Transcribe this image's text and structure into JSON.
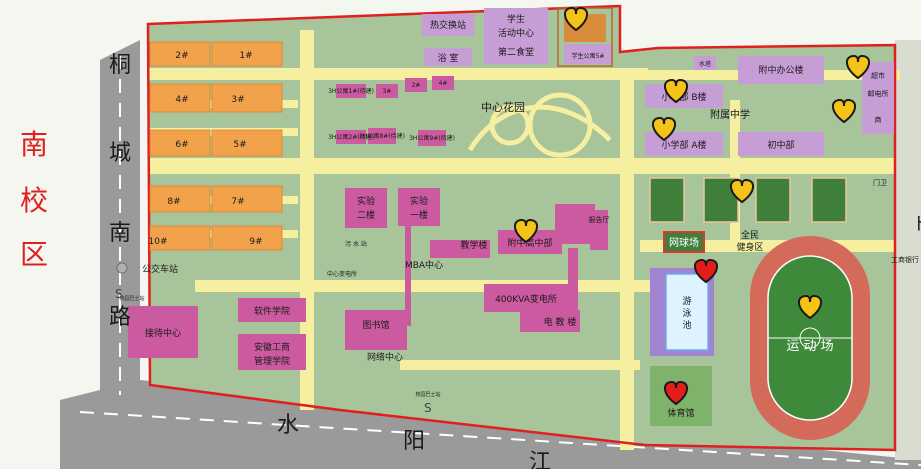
{
  "campus_label": [
    "南",
    "校",
    "区"
  ],
  "roads": {
    "west": [
      "桐",
      "城",
      "南",
      "路"
    ],
    "south": [
      "水",
      "阳",
      "江"
    ]
  },
  "colors": {
    "campus_green": "#a8c49a",
    "lawn_green": "#7fb26a",
    "path_yellow": "#f6efa0",
    "residence_orange": "#f2a24a",
    "academic_magenta": "#cc5aa0",
    "lilac": "#c79dd6",
    "boundary_red": "#e02020",
    "road_gray": "#9a9a9a",
    "heart_gold": "#f5c218",
    "heart_red": "#e51c1c"
  },
  "residences": [
    "2#",
    "1#",
    "4#",
    "3#",
    "6#",
    "5#",
    "8#",
    "7#",
    "10#",
    "9#"
  ],
  "dorms": {
    "d1": "3H公寓1#(待建)",
    "d2": "3H公寓2#(待建)",
    "d3": "3H公寓3#(待建)",
    "d4": "3#",
    "d5": "2#",
    "d6": "4#",
    "d7": "3H公寓8#(待建)",
    "d8": "3H公寓9#(待建)"
  },
  "buildings": {
    "heat_station": "热交换站",
    "bath": "浴 室",
    "student_center_1": "学生",
    "student_center_2": "活动中心",
    "canteen2": "第二食堂",
    "student_apt5": "学生公寓5#",
    "water_tower": "水塔",
    "central_garden": "中心花园",
    "primary_b": "小学部 B楼",
    "primary_a": "小学部 A楼",
    "affiliated_middle": "附属中学",
    "affil_office": "附中办公楼",
    "junior_high": "初中部",
    "lab2_1": "实验",
    "lab2_2": "二楼",
    "lab1_1": "实验",
    "lab1_2": "一楼",
    "report_hall": "报告厅",
    "teaching": "教学楼",
    "affil_high": "附中高中部",
    "mba": "MBA中心",
    "substation": "400KVA变电所",
    "ed_building": "电 教 楼",
    "sewage": "污 水 站",
    "center_power": "中心变电所",
    "software": "软件学院",
    "anhui_1": "安徽工商",
    "anhui_2": "管理学院",
    "library": "图书馆",
    "network": "网络中心",
    "reception": "接待中心",
    "bus_station": "公交车站",
    "bus_stop_s": "S",
    "bus_note_w": "校园巴士站",
    "bus_note_s": "校园巴士站",
    "tennis": "网球场",
    "fitness_1": "全民",
    "fitness_2": "健身区",
    "pool_1": "游",
    "pool_2": "泳",
    "pool_3": "池",
    "stadium": "运 动 场",
    "gym": "体育馆",
    "supermarket": "超市",
    "post": "邮电所",
    "bank": "工商银行",
    "gate": "门卫",
    "shop": "商"
  },
  "right_road": [
    "ト"
  ]
}
